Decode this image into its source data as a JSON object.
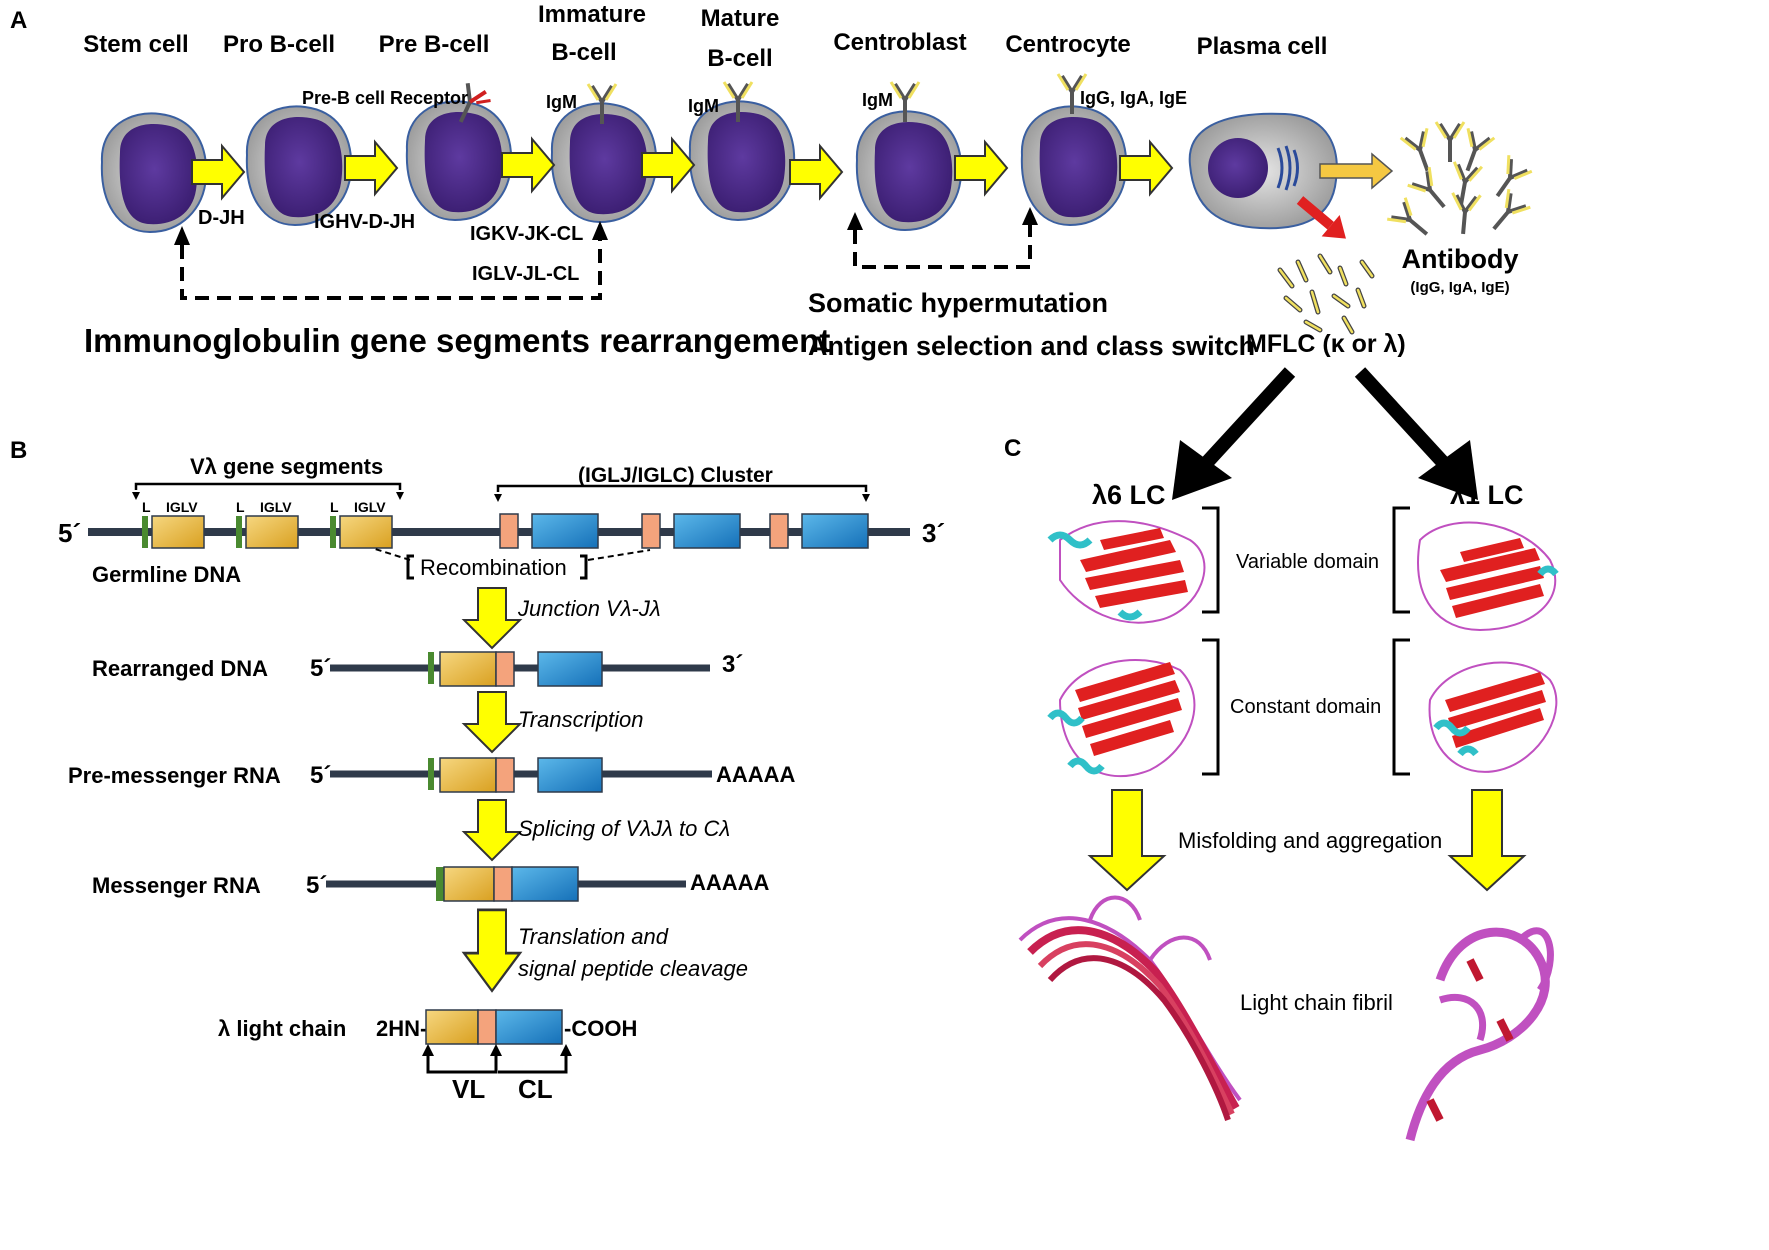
{
  "panel_a": {
    "letter": "A",
    "stages": [
      "Stem cell",
      "Pro B-cell",
      "Pre B-cell",
      "Immature",
      "B-cell",
      "Mature",
      "B-cell",
      "Centroblast",
      "Centrocyte",
      "Plasma cell"
    ],
    "receptor_labels": {
      "pre_b": "Pre-B cell Receptor",
      "igm1": "IgM",
      "igm2": "IgM",
      "igm3": "IgM",
      "igg": "IgG, IgA, IgE"
    },
    "rearrangements": [
      "D-JH",
      "IGHV-D-JH",
      "IGKV-JK-CL",
      "IGLV-JL-CL"
    ],
    "bottom_left": "Immunoglobulin gene segments rearrangement",
    "somatic": "Somatic hypermutation",
    "antigen": "Antigen selection and class switch",
    "antibody": "Antibody",
    "antibody_sub": "(IgG, IgA, IgE)",
    "mflc": "MFLC (κ or λ)"
  },
  "panel_b": {
    "letter": "B",
    "v_segments": "Vλ gene segments",
    "cluster": "(IGLJ/IGLC) Cluster",
    "L": "L",
    "IGLV": "IGLV",
    "five": "5´",
    "three": "3´",
    "germline": "Germline DNA",
    "recombination": "Recombination",
    "junction": "Junction Vλ-Jλ",
    "rearranged": "Rearranged DNA",
    "transcription": "Transcription",
    "premrna": "Pre-messenger RNA",
    "polyA": "AAAAA",
    "splicing": "Splicing of VλJλ to Cλ",
    "mrna": "Messenger RNA",
    "translation1": "Translation and",
    "translation2": "signal peptide cleavage",
    "light_chain": "λ light chain",
    "hn": "2HN-",
    "cooh": "-COOH",
    "vl": "VL",
    "cl": "CL"
  },
  "panel_c": {
    "letter": "C",
    "lc6": "λ6 LC",
    "lc1": "λ1 LC",
    "variable": "Variable domain",
    "constant": "Constant domain",
    "misfolding": "Misfolding and aggregation",
    "fibril": "Light chain fibril"
  },
  "colors": {
    "arrow_yellow": "#ffff00",
    "nucleus": "#4b2a88",
    "v_gold": "#e8b830",
    "c_blue": "#1f88d0",
    "j_salmon": "#f4a37c",
    "green": "#4a8a30",
    "dna": "#2f3a4a",
    "sheet_red": "#e02020",
    "helix_cyan": "#30c0c8",
    "loop_magenta": "#c050c0"
  }
}
